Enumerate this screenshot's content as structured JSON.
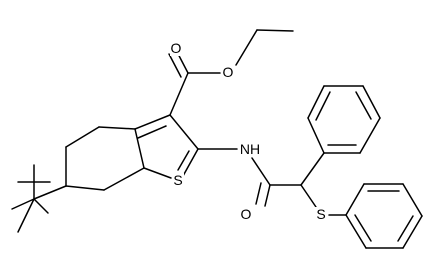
{
  "atoms": {
    "O_carbonyl_ester": "O",
    "O_ester_link": "O",
    "S_thiophene": "S",
    "NH_amide": "NH",
    "O_amide": "O",
    "S_thioether": "S"
  }
}
